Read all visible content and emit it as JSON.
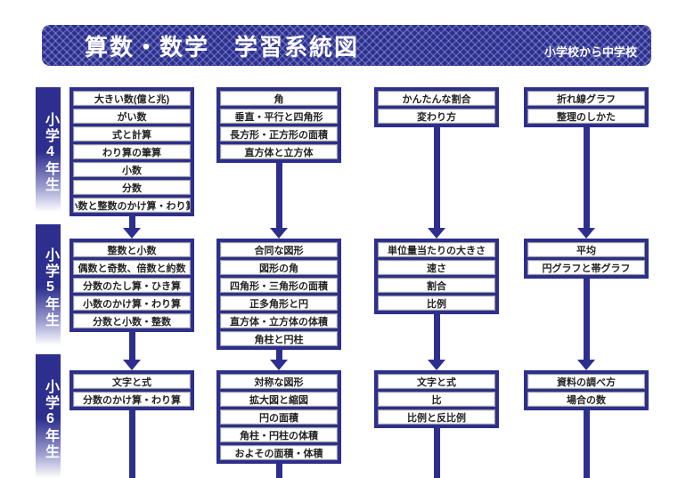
{
  "header": {
    "title": "算数・数学　学習系統図",
    "badge": "小学校から中学校"
  },
  "colors": {
    "navy": "#2d2f8e",
    "box_background": "#ffffff",
    "box_border": "#9a9a9a",
    "box_text": "#222222",
    "header_text": "#ffffff"
  },
  "grades": [
    {
      "label": "小学4年生",
      "columns": [
        {
          "topics": [
            "大きい数(億と兆)",
            "がい数",
            "式と計算",
            "わり算の筆算",
            "小数",
            "分数",
            "小数と整数のかけ算・わり算"
          ]
        },
        {
          "topics": [
            "角",
            "垂直・平行と四角形",
            "長方形・正方形の面積",
            "直方体と立方体"
          ]
        },
        {
          "topics": [
            "かんたんな割合",
            "変わり方"
          ]
        },
        {
          "topics": [
            "折れ線グラフ",
            "整理のしかた"
          ]
        }
      ]
    },
    {
      "label": "小学5年生",
      "columns": [
        {
          "topics": [
            "整数と小数",
            "偶数と奇数、倍数と約数",
            "分数のたし算・ひき算",
            "小数のかけ算・わり算",
            "分数と小数・整数"
          ]
        },
        {
          "topics": [
            "合同な図形",
            "図形の角",
            "四角形・三角形の面積",
            "正多角形と円",
            "直方体・立方体の体積",
            "角柱と円柱"
          ]
        },
        {
          "topics": [
            "単位量当たりの大きさ",
            "速さ",
            "割合",
            "比例"
          ]
        },
        {
          "topics": [
            "平均",
            "円グラフと帯グラフ"
          ]
        }
      ]
    },
    {
      "label": "小学6年生",
      "columns": [
        {
          "topics": [
            "文字と式",
            "分数のかけ算・わり算"
          ]
        },
        {
          "topics": [
            "対称な図形",
            "拡大図と縮図",
            "円の面積",
            "角柱・円柱の体積",
            "およその面積・体積"
          ]
        },
        {
          "topics": [
            "文字と式",
            "比",
            "比例と反比例"
          ]
        },
        {
          "topics": [
            "資料の調べ方",
            "場合の数"
          ]
        }
      ]
    }
  ]
}
